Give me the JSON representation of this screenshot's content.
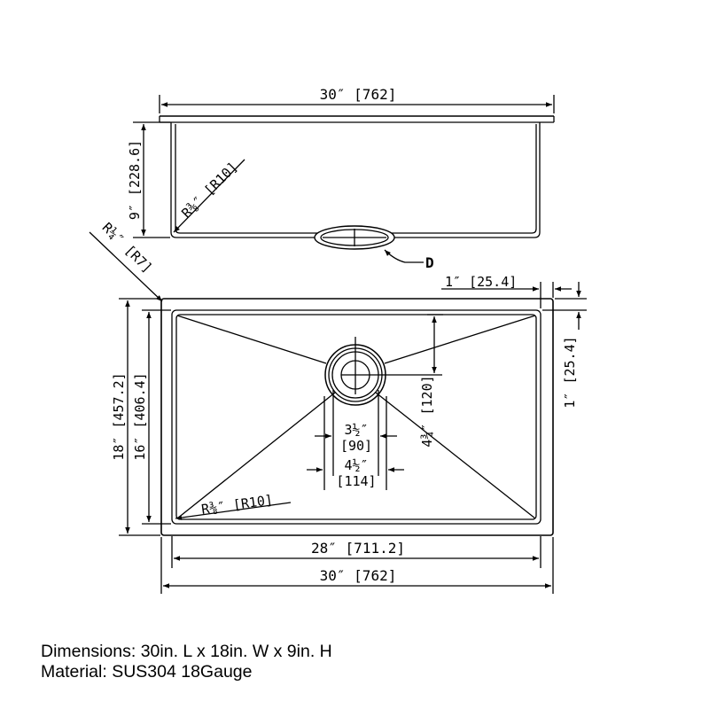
{
  "dimensions": {
    "top_width": "30″ [762]",
    "side_depth": "9″ [228.6]",
    "inner_radius_top": "R⅜″ [R10]",
    "corner_radius": "R¼″ [R7]",
    "drain_callout": "D",
    "rim_width_top": "1″ [25.4]",
    "rim_width_right": "1″ [25.4]",
    "outer_width_18": "18″ [457.2]",
    "inner_width_16": "16″ [406.4]",
    "drain_offset": "4¾″ [120]",
    "drain_inner_a": "3½″",
    "drain_inner_b": "[90]",
    "drain_outer_a": "4½″",
    "drain_outer_b": "[114]",
    "inner_radius_bottom": "R⅜″ [R10]",
    "inner_length": "28″ [711.2]",
    "outer_length": "30″ [762]"
  },
  "caption": {
    "line1": "Dimensions: 30in. L x 18in. W x 9in. H",
    "line2": "Material: SUS304 18Gauge"
  }
}
